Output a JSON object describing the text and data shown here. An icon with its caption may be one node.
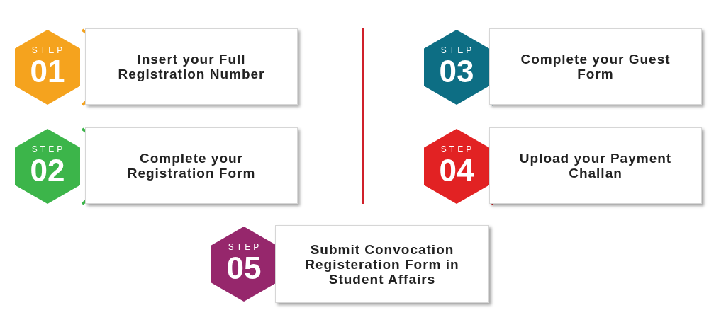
{
  "diagram": {
    "nodes": [
      {
        "text": [
          "STEP",
          "01"
        ]
      },
      {
        "text": [
          "Insert your Full Registration Number"
        ]
      },
      {
        "text": [
          "STEP",
          "02"
        ]
      },
      {
        "text": [
          "Complete your Registration Form"
        ]
      },
      {
        "text": [
          "STEP",
          "03"
        ]
      },
      {
        "text": [
          "Complete your Guest Form"
        ]
      },
      {
        "text": [
          "STEP",
          "04"
        ]
      },
      {
        "text": [
          "Upload your Payment Challan"
        ]
      },
      {
        "text": [
          "STEP",
          "05"
        ]
      },
      {
        "text": [
          "Submit Convocation Registeration Form in Student Affairs"
        ]
      }
    ],
    "edges": []
  }
}
